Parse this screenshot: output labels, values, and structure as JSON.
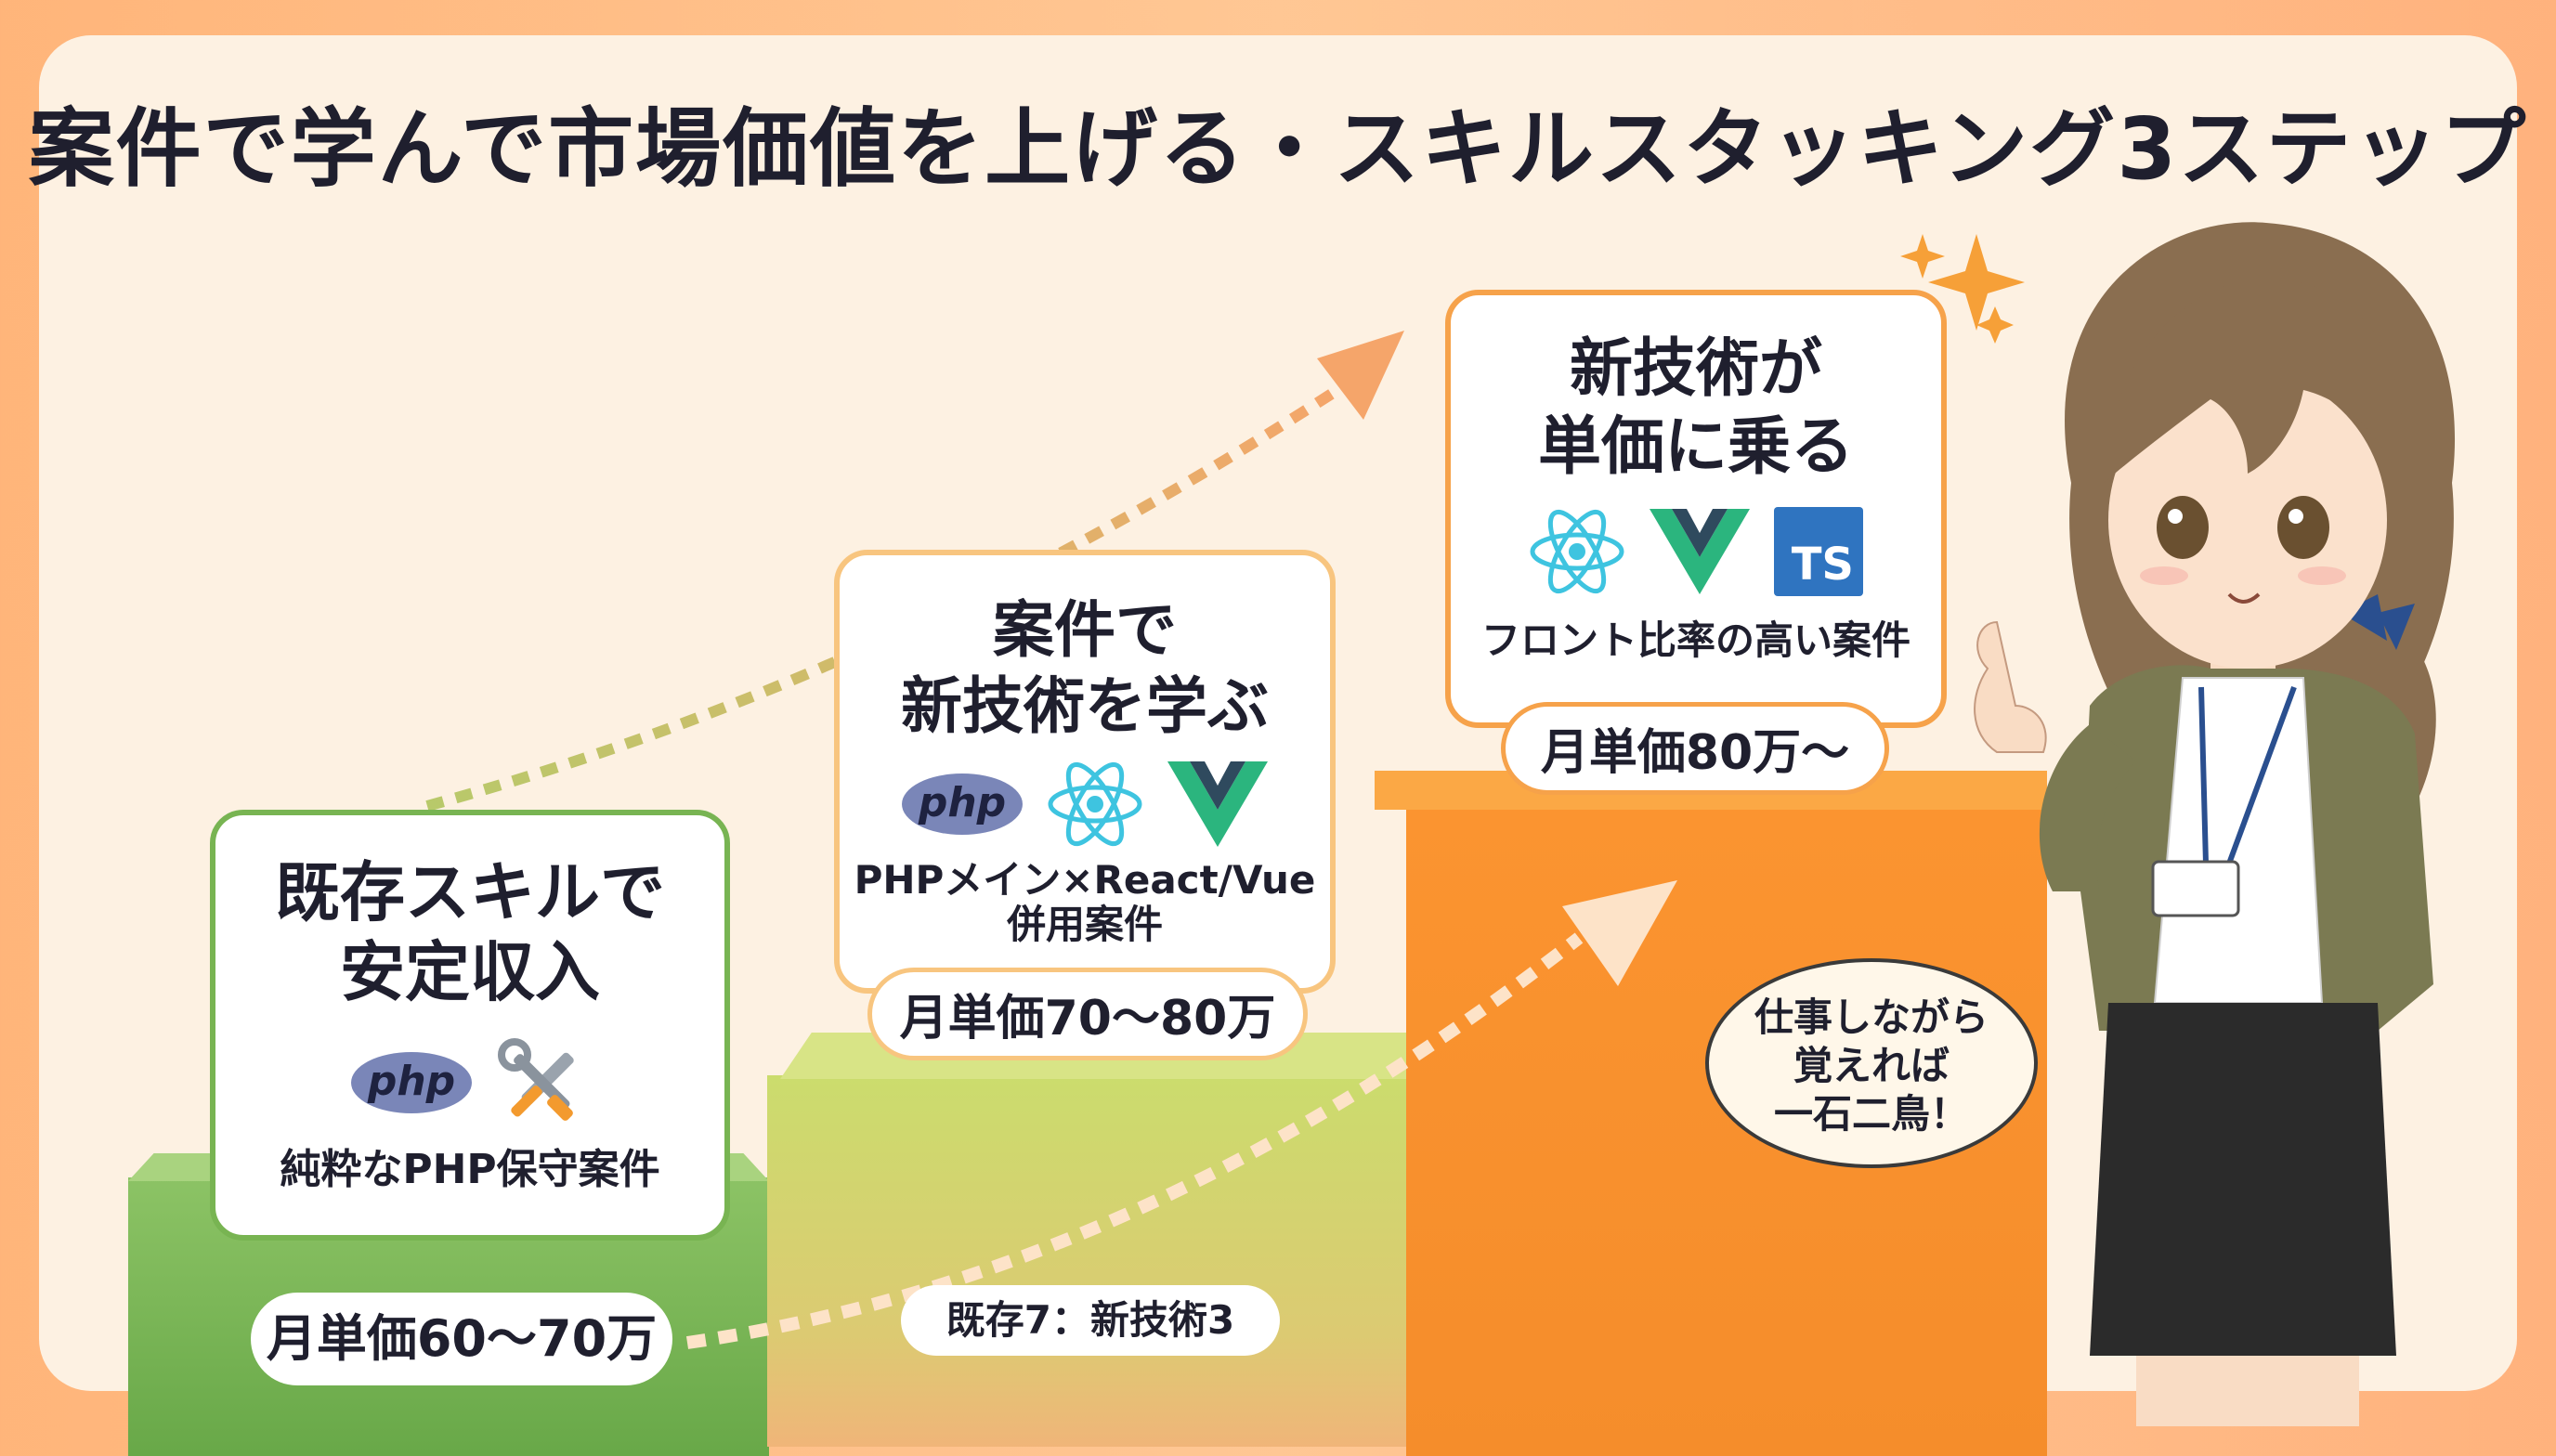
{
  "title": "案件で学んで市場価値を上げる・スキルスタッキング3ステップ",
  "steps": [
    {
      "title_lines": [
        "既存スキルで",
        "安定収入"
      ],
      "icons": [
        "php-logo",
        "tools-icon"
      ],
      "description_lines": [
        "純粋なPHP保守案件"
      ],
      "price": "月単価60〜70万"
    },
    {
      "title_lines": [
        "案件で",
        "新技術を学ぶ"
      ],
      "icons": [
        "php-logo",
        "react-logo",
        "vue-logo"
      ],
      "description_lines": [
        "PHPメイン×React/Vue",
        "併用案件"
      ],
      "price": "月単価70〜80万"
    },
    {
      "title_lines": [
        "新技術が",
        "単価に乗る"
      ],
      "icons": [
        "react-logo",
        "vue-logo",
        "typescript-logo"
      ],
      "description_lines": [
        "フロント比率の高い案件"
      ],
      "price": "月単価80万〜"
    }
  ],
  "ratio_label": "既存7：新技術3",
  "logo_text": {
    "php": "php",
    "ts": "TS"
  },
  "speech_bubble_lines": [
    "仕事しながら",
    "覚えれば",
    "一石二鳥！"
  ],
  "colors": {
    "step1": "#6aab4a",
    "step2": "#d2dc72",
    "step3": "#f7922f",
    "react": "#3ec4e0",
    "vue_outer": "#2bb57e",
    "vue_inner": "#2f4a5e",
    "ts": "#2f74c0",
    "php": "#7a86b8"
  }
}
